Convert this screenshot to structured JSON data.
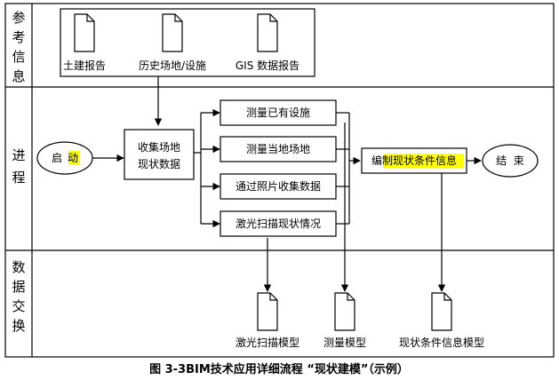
{
  "lanes": {
    "reference": [
      "参",
      "考",
      "信",
      "息"
    ],
    "process": [
      "进",
      "程"
    ],
    "exchange": [
      "数",
      "据",
      "交",
      "换"
    ]
  },
  "reference_docs": [
    "土建报告",
    "历史场地/设施",
    "GIS 数据报告"
  ],
  "nodes": {
    "start": {
      "part1": "启",
      "part2": "动"
    },
    "collect": {
      "line1": "收集场地",
      "line2": "现状数据"
    },
    "methods": [
      "测量已有设施",
      "测量当地场地",
      "通过照片收集数据",
      "激光扫描现状情况"
    ],
    "compile": {
      "part1": "编",
      "part2": "制现状条件信息"
    },
    "end": {
      "label": "结  束"
    }
  },
  "output_docs": [
    "激光扫描模型",
    "测量模型",
    "现状条件信息模型"
  ],
  "caption": "图 3-3BIM技术应用详细流程 “现状建模”（示例）",
  "colors": {
    "highlight": "#ffff00",
    "line": "#000000"
  }
}
